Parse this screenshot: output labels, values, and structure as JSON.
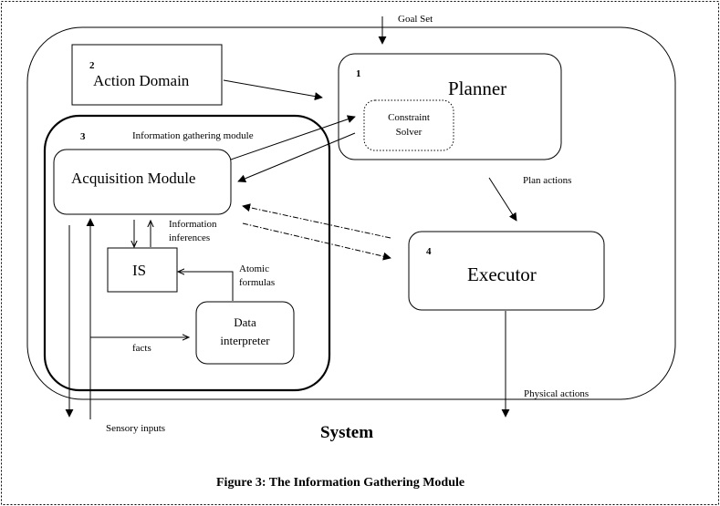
{
  "figure": {
    "caption": "Figure 3: The Information Gathering Module",
    "system_label": "System"
  },
  "boxes": {
    "action_domain": {
      "number": "2",
      "label": "Action Domain"
    },
    "planner": {
      "number": "1",
      "label": "Planner"
    },
    "constraint_solver": {
      "line1": "Constraint",
      "line2": "Solver"
    },
    "info_module": {
      "number": "3",
      "label": "Information gathering module"
    },
    "acquisition": {
      "label": "Acquisition Module"
    },
    "is": {
      "label": "IS"
    },
    "data_interpreter": {
      "line1": "Data",
      "line2": "interpreter"
    },
    "executor": {
      "number": "4",
      "label": "Executor"
    }
  },
  "edges": {
    "goal_set": "Goal Set",
    "plan_actions": "Plan actions",
    "information": "Information",
    "inferences": "inferences",
    "atomic": "Atomic",
    "formulas": "formulas",
    "facts": "facts",
    "sensory_inputs": "Sensory inputs",
    "physical_actions": "Physical actions"
  }
}
